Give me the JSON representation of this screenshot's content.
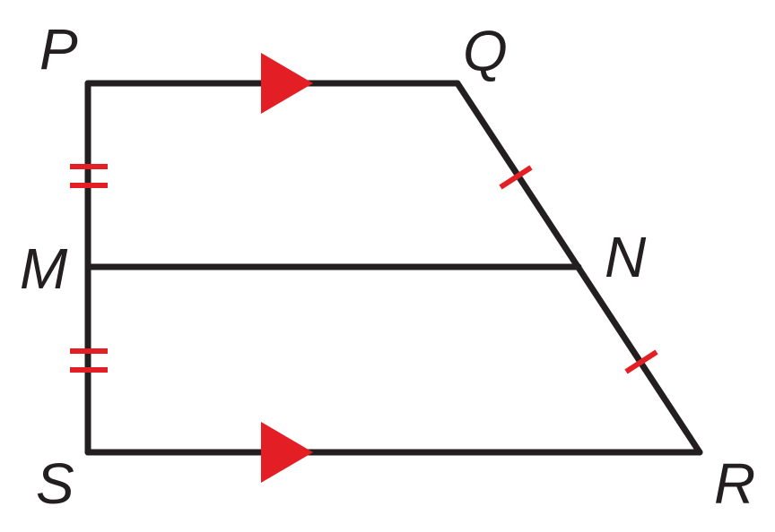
{
  "diagram": {
    "labels": {
      "P": "P",
      "Q": "Q",
      "M": "M",
      "N": "N",
      "S": "S",
      "R": "R"
    },
    "colors": {
      "line": "#231f20",
      "marks": "#e31e24",
      "background": "#ffffff"
    }
  }
}
